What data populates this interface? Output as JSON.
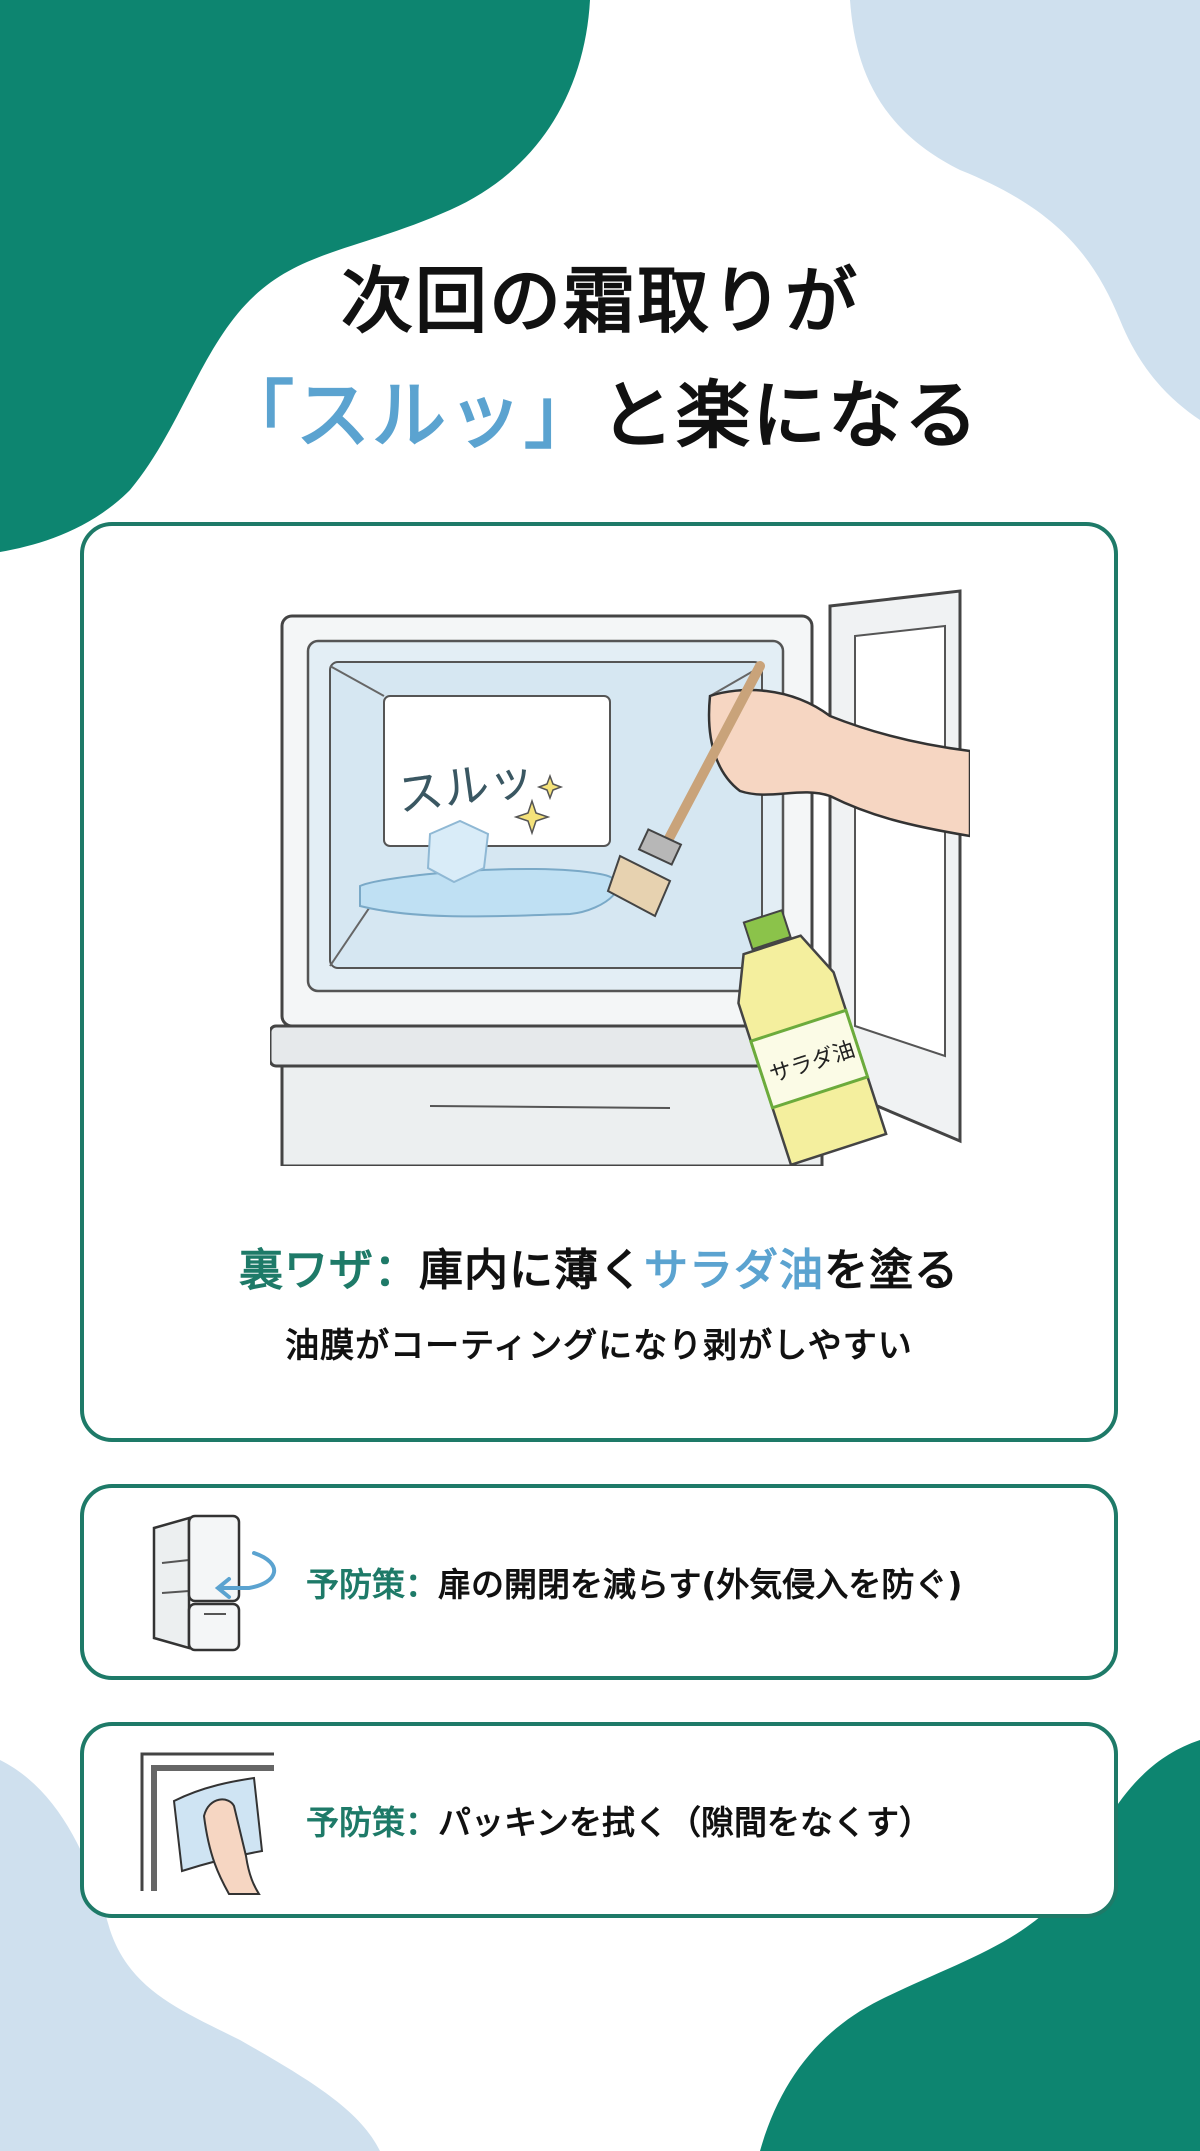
{
  "title": {
    "line1": "次回の霜取りが",
    "line2_accent": "「スルッ」",
    "line2_rest": "と楽になる"
  },
  "main_card": {
    "illustration": {
      "sfx_text": "スルッ",
      "bottle_label": "サラダ油"
    },
    "caption": {
      "label": "裏ワザ：",
      "text_a": "庫内に薄く",
      "text_highlight": "サラダ油",
      "text_b": "を塗る"
    },
    "subcaption": "油膜がコーティングになり剥がしやすい"
  },
  "tips": [
    {
      "icon": "fridge-door-open-icon",
      "label": "予防策：",
      "text": "扉の開閉を減らす(外気侵入を防ぐ)"
    },
    {
      "icon": "wipe-gasket-icon",
      "label": "予防策：",
      "text": "パッキンを拭く（隙間をなくす）"
    }
  ],
  "colors": {
    "teal": "#1e7a68",
    "accent_blue": "#5ba3d0",
    "blob_teal": "#0d8570",
    "blob_light_blue": "#cfe0ee"
  }
}
